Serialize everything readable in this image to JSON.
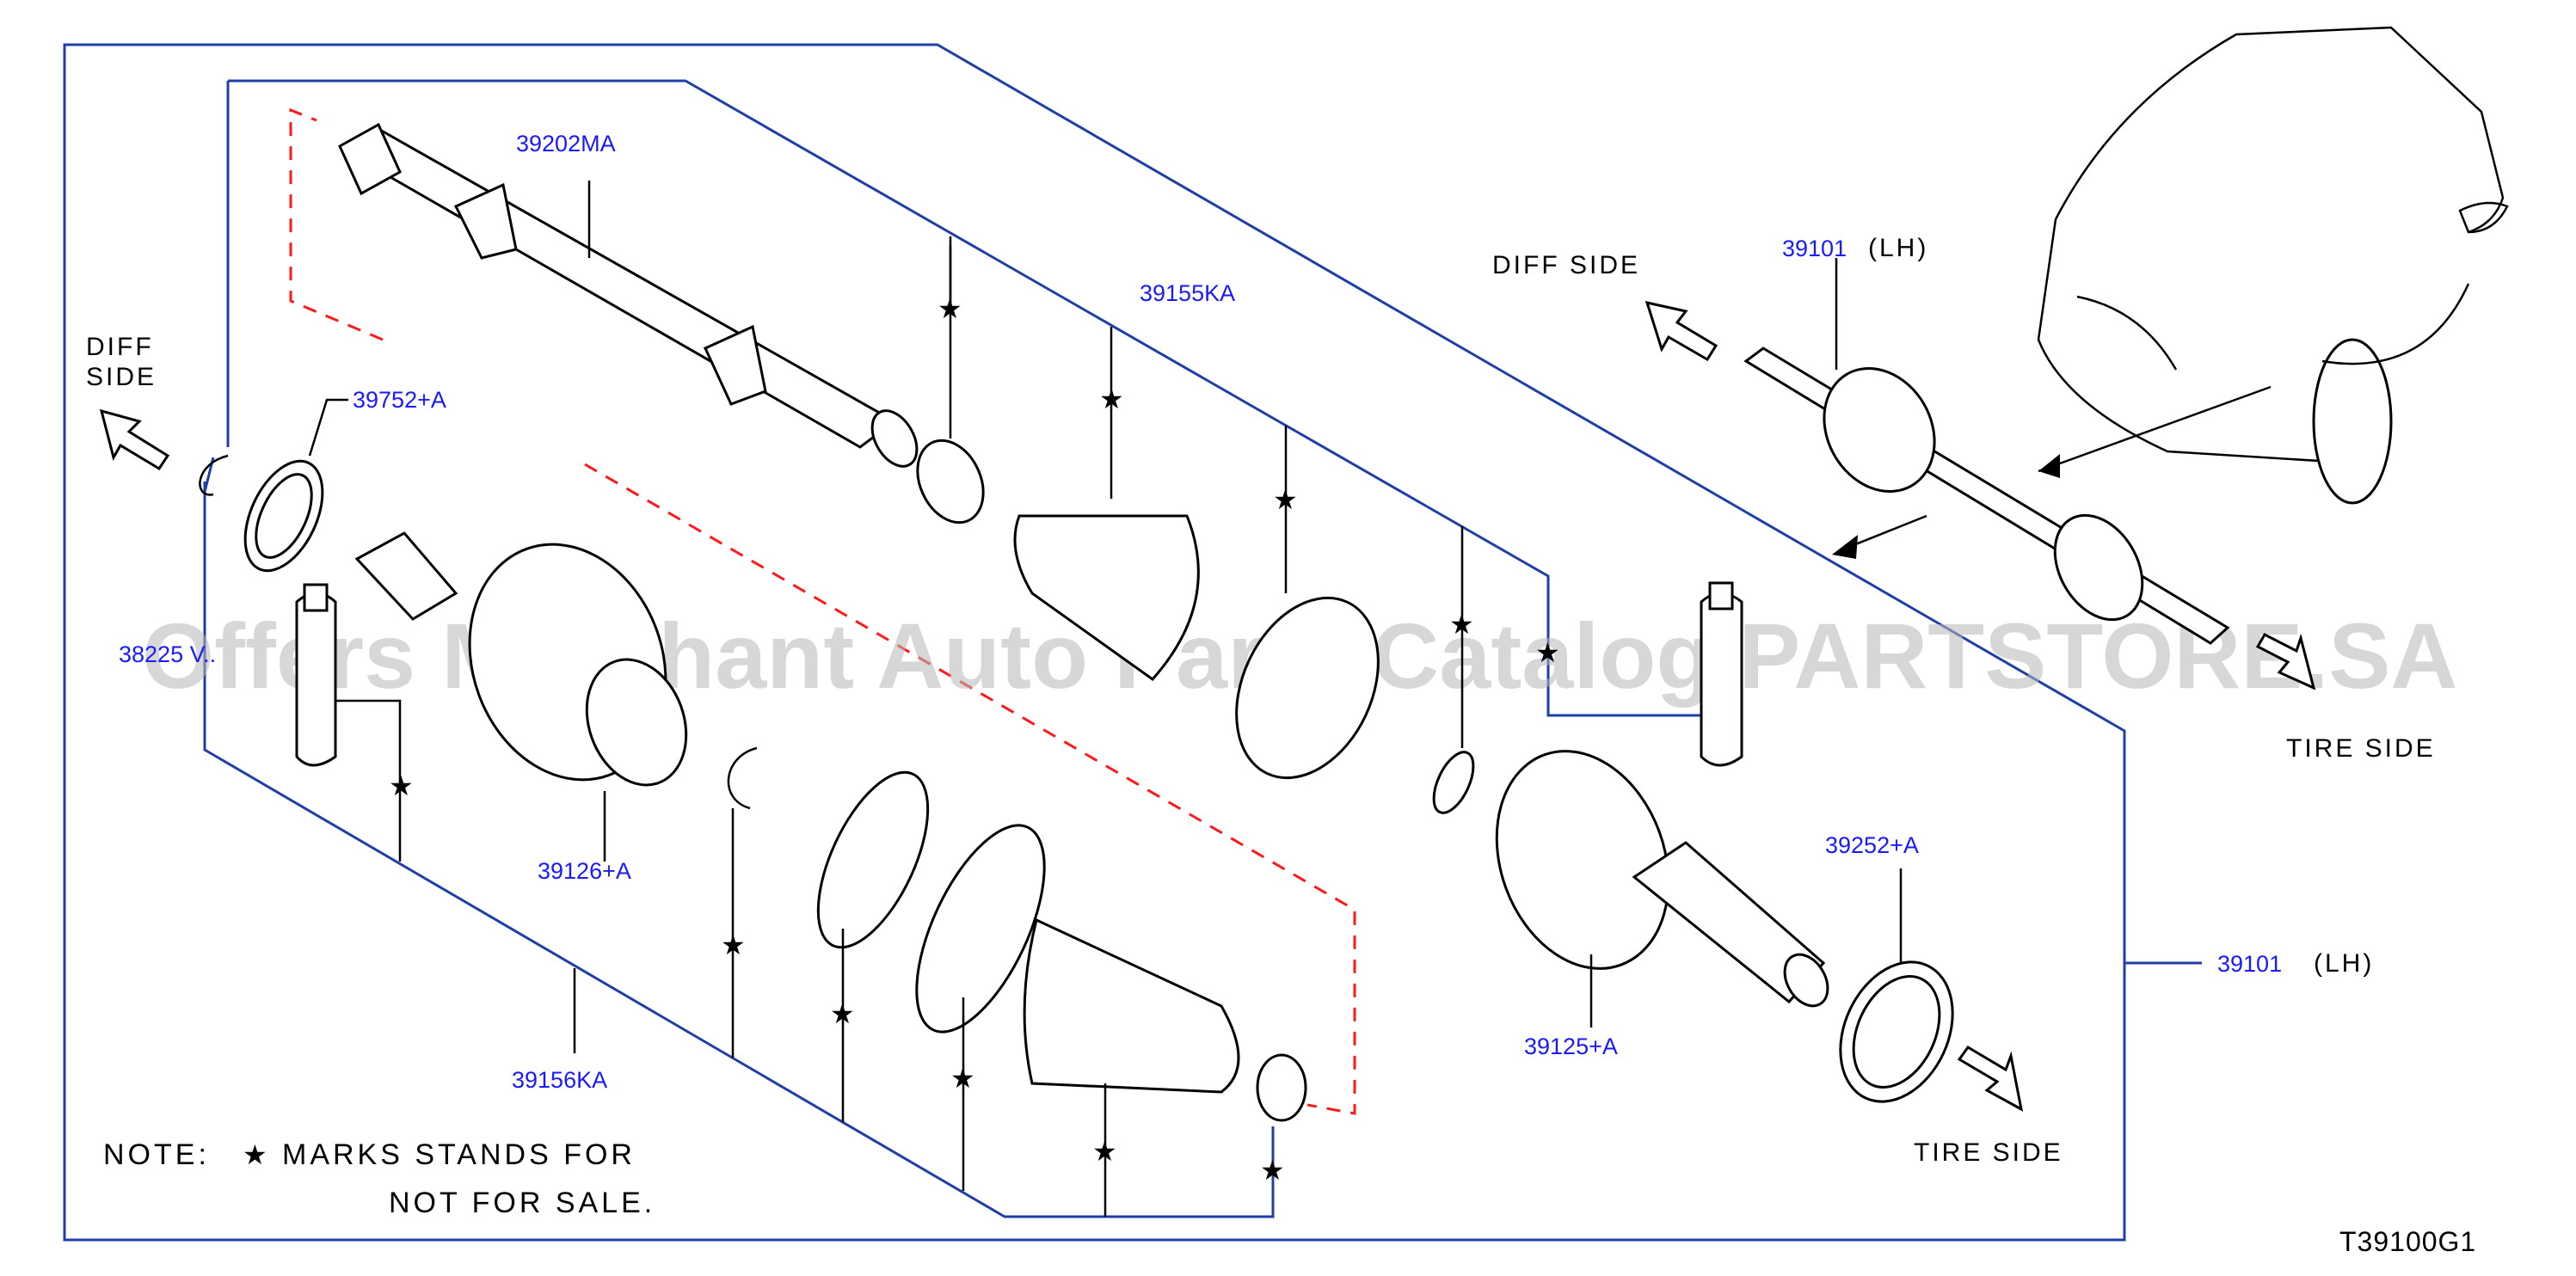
{
  "labels": {
    "shaft_part": "39202MA",
    "snap_ring_part": "39752+A",
    "grease_part": "38225 V..",
    "inner_joint_part": "39126+A",
    "inner_boot_kit_part": "39156KA",
    "outer_boot_kit_part": "39155KA",
    "outer_joint_part": "39125+A",
    "dust_shield_part": "39252+A",
    "assembly_part": "39101",
    "assembly_side": "(LH)",
    "inset_part": "39101",
    "inset_side": "(LH)",
    "diff_side_left": [
      "DIFF",
      "SIDE"
    ],
    "diff_side_inset": "DIFF  SIDE",
    "tire_side_bottom": "TIRE  SIDE",
    "tire_side_inset": "TIRE  SIDE",
    "note_line1": "NOTE:",
    "note_line1b": "MARKS  STANDS  FOR",
    "note_line2": "NOT  FOR  SALE.",
    "star_symbol": "★",
    "diagram_code": "T39100G1",
    "watermark": "Offers Merchant Auto Parts Catalog PARTSTORE.SA"
  },
  "colors": {
    "part_number": "#1a1aff",
    "frame_line": "#1f3fa8",
    "dashed_line": "#ff1a1a"
  }
}
